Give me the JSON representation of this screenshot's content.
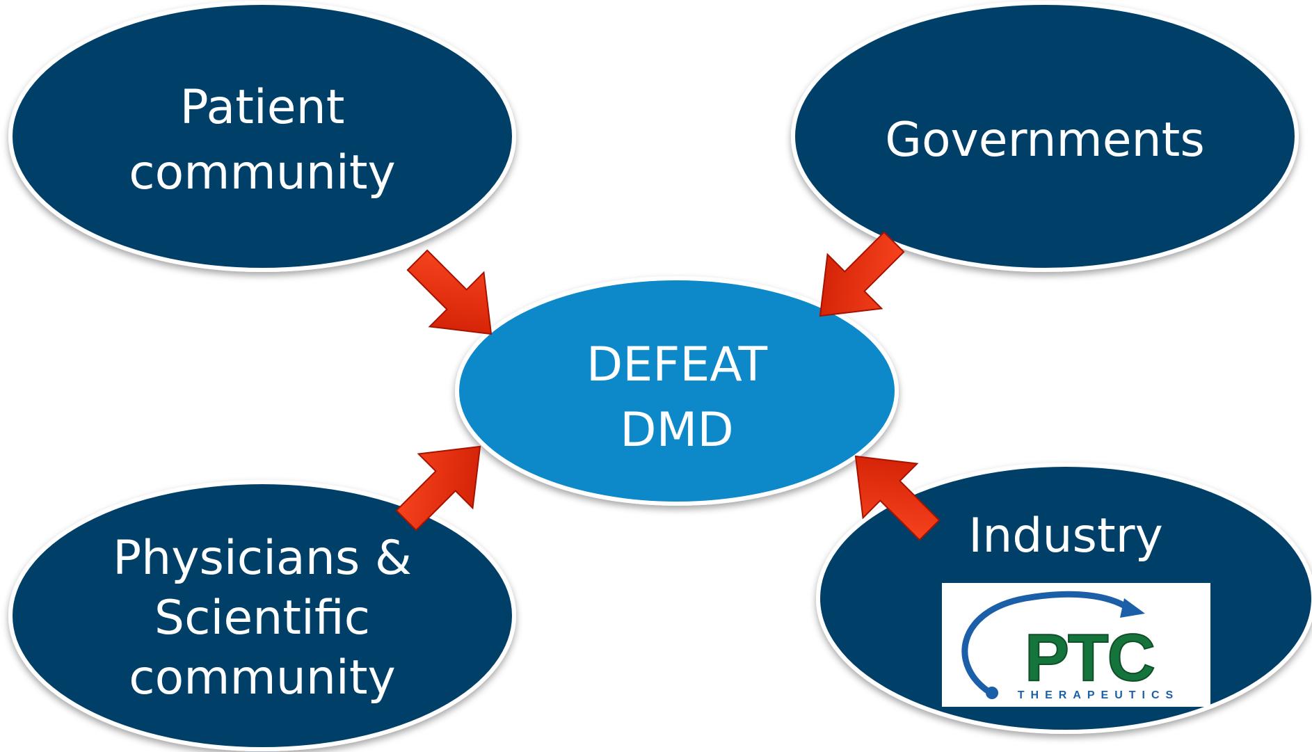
{
  "diagram": {
    "center": {
      "line1": "DEFEAT",
      "line2": "DMD"
    },
    "nodes": {
      "patient": {
        "line1": "Patient",
        "line2": "community"
      },
      "governments": {
        "line1": "Governments"
      },
      "physicians": {
        "line1": "Physicians &",
        "line2": "Scientific",
        "line3": "community"
      },
      "industry": {
        "line1": "Industry"
      }
    },
    "logo": {
      "name": "PTC",
      "subtitle": "THERAPEUTICS"
    }
  },
  "colors": {
    "node_fill": "#033f67",
    "center_fill": "#0d88c8",
    "arrow_fill": "#f02a0c",
    "logo_green": "#15743b",
    "logo_blue": "#1a5fa8"
  }
}
